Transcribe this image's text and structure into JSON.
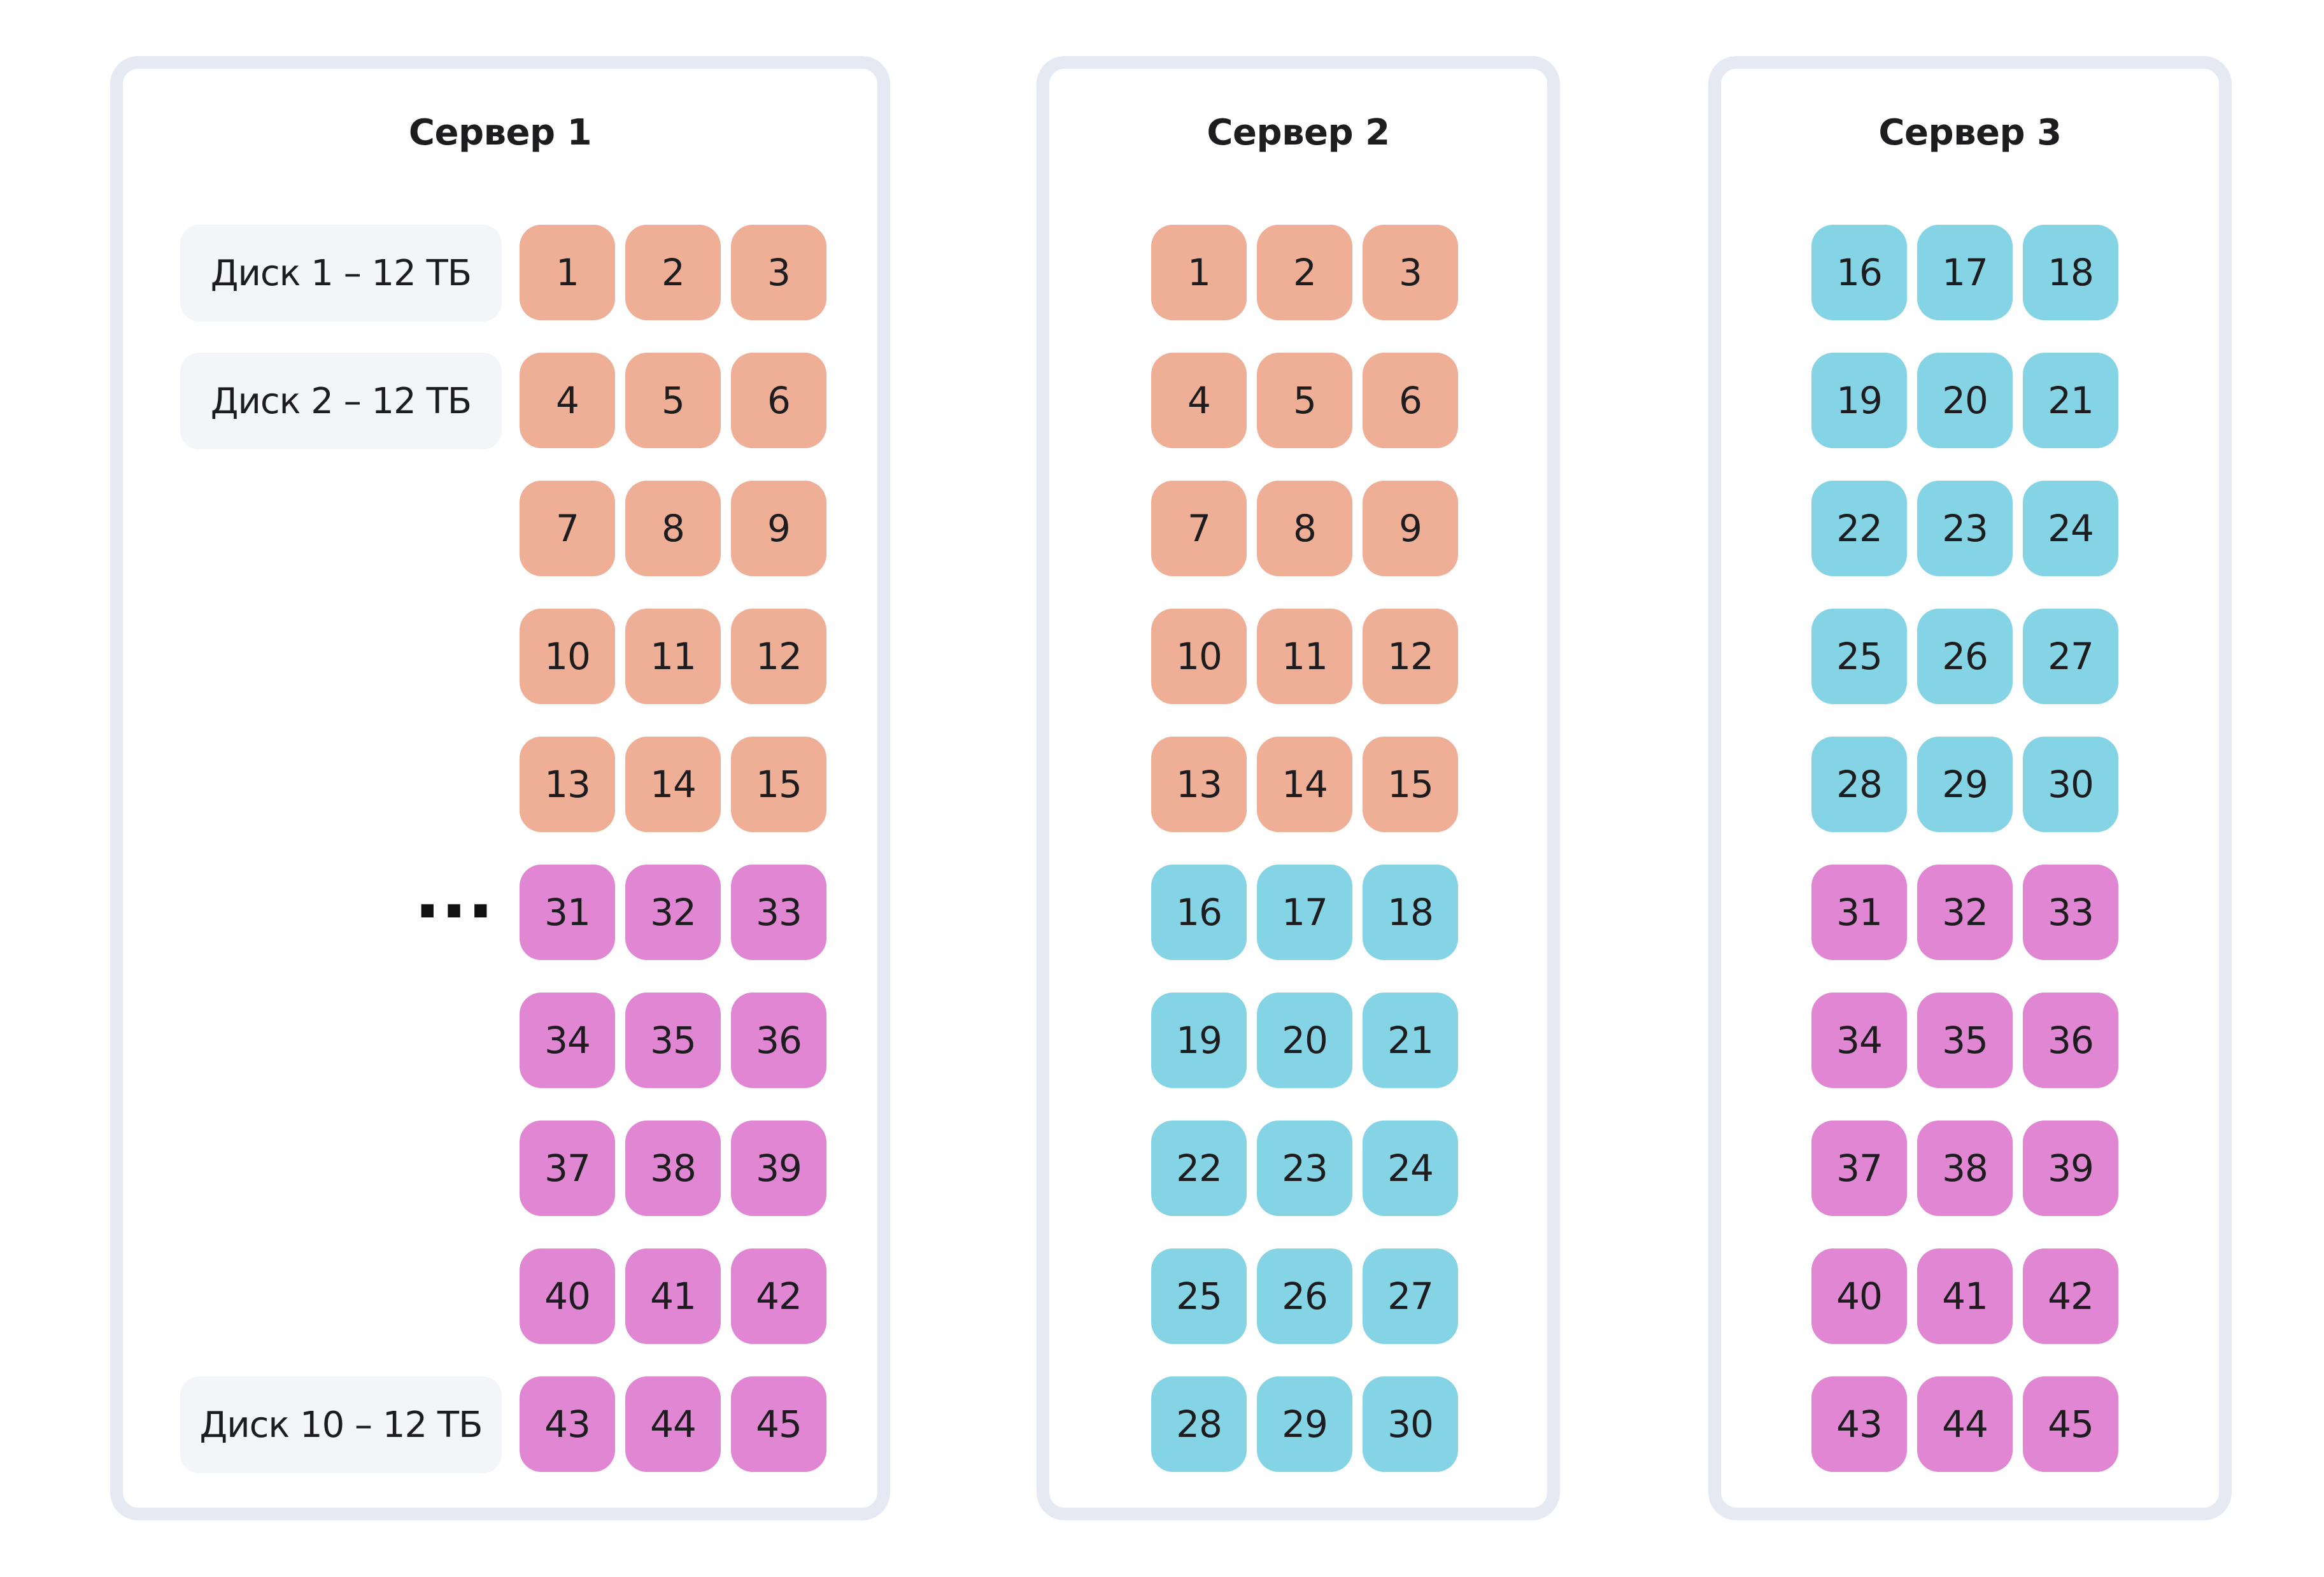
{
  "colors": {
    "salmon": "#efae96",
    "pink": "#e086d2",
    "cyan": "#85d4e5",
    "border": "#e6e9f3",
    "label_bg": "#f4f5f8"
  },
  "servers": [
    {
      "title": "Сервер 1",
      "ellipsis": "...",
      "labels": [
        {
          "text": "Диск 1 – 12 ТБ",
          "row": 0
        },
        {
          "text": "Диск 2 – 12 ТБ",
          "row": 1
        },
        {
          "text": "Диск 10 – 12 ТБ",
          "row": 9
        }
      ],
      "rows": [
        {
          "color": "salmon",
          "cells": [
            "1",
            "2",
            "3"
          ]
        },
        {
          "color": "salmon",
          "cells": [
            "4",
            "5",
            "6"
          ]
        },
        {
          "color": "salmon",
          "cells": [
            "7",
            "8",
            "9"
          ]
        },
        {
          "color": "salmon",
          "cells": [
            "10",
            "11",
            "12"
          ]
        },
        {
          "color": "salmon",
          "cells": [
            "13",
            "14",
            "15"
          ]
        },
        {
          "color": "pink",
          "cells": [
            "31",
            "32",
            "33"
          ]
        },
        {
          "color": "pink",
          "cells": [
            "34",
            "35",
            "36"
          ]
        },
        {
          "color": "pink",
          "cells": [
            "37",
            "38",
            "39"
          ]
        },
        {
          "color": "pink",
          "cells": [
            "40",
            "41",
            "42"
          ]
        },
        {
          "color": "pink",
          "cells": [
            "43",
            "44",
            "45"
          ]
        }
      ]
    },
    {
      "title": "Сервер 2",
      "labels": [],
      "rows": [
        {
          "color": "salmon",
          "cells": [
            "1",
            "2",
            "3"
          ]
        },
        {
          "color": "salmon",
          "cells": [
            "4",
            "5",
            "6"
          ]
        },
        {
          "color": "salmon",
          "cells": [
            "7",
            "8",
            "9"
          ]
        },
        {
          "color": "salmon",
          "cells": [
            "10",
            "11",
            "12"
          ]
        },
        {
          "color": "salmon",
          "cells": [
            "13",
            "14",
            "15"
          ]
        },
        {
          "color": "cyan",
          "cells": [
            "16",
            "17",
            "18"
          ]
        },
        {
          "color": "cyan",
          "cells": [
            "19",
            "20",
            "21"
          ]
        },
        {
          "color": "cyan",
          "cells": [
            "22",
            "23",
            "24"
          ]
        },
        {
          "color": "cyan",
          "cells": [
            "25",
            "26",
            "27"
          ]
        },
        {
          "color": "cyan",
          "cells": [
            "28",
            "29",
            "30"
          ]
        }
      ]
    },
    {
      "title": "Сервер 3",
      "labels": [],
      "rows": [
        {
          "color": "cyan",
          "cells": [
            "16",
            "17",
            "18"
          ]
        },
        {
          "color": "cyan",
          "cells": [
            "19",
            "20",
            "21"
          ]
        },
        {
          "color": "cyan",
          "cells": [
            "22",
            "23",
            "24"
          ]
        },
        {
          "color": "cyan",
          "cells": [
            "25",
            "26",
            "27"
          ]
        },
        {
          "color": "cyan",
          "cells": [
            "28",
            "29",
            "30"
          ]
        },
        {
          "color": "pink",
          "cells": [
            "31",
            "32",
            "33"
          ]
        },
        {
          "color": "pink",
          "cells": [
            "34",
            "35",
            "36"
          ]
        },
        {
          "color": "pink",
          "cells": [
            "37",
            "38",
            "39"
          ]
        },
        {
          "color": "pink",
          "cells": [
            "40",
            "41",
            "42"
          ]
        },
        {
          "color": "pink",
          "cells": [
            "43",
            "44",
            "45"
          ]
        }
      ]
    }
  ]
}
